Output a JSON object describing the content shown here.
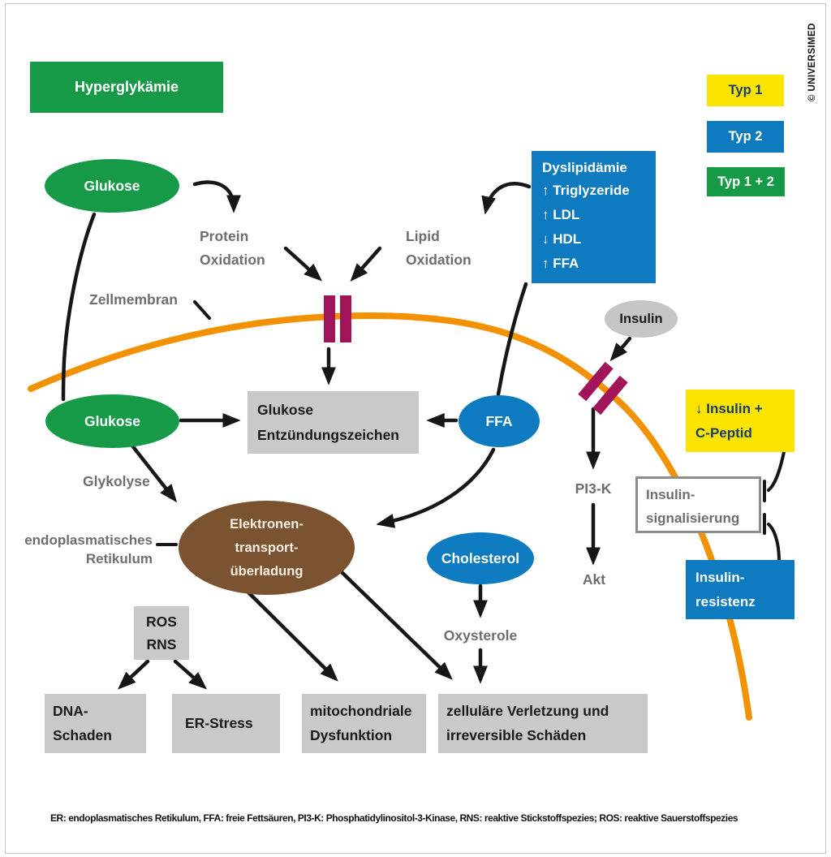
{
  "colors": {
    "green": "#169a47",
    "blue": "#0e7abf",
    "yellow": "#fbe400",
    "navy": "#1b3d6e",
    "brown": "#7b5330",
    "maroon": "#a21459",
    "orange": "#f39200",
    "gray-box": "#c9c9c9",
    "gray-text": "#6e6e6e",
    "insulin-gray": "#c6c6c6",
    "arrow-black": "#161616"
  },
  "credit": "© UNIVERSIMED",
  "legend": {
    "typ1": "Typ 1",
    "typ2": "Typ 2",
    "typ12": "Typ 1 + 2"
  },
  "nodes": {
    "hyperglykaemie": "Hyperglykämie",
    "glukose_top": "Glukose",
    "protein_oxidation": "Protein\nOxidation",
    "lipid_oxidation": "Lipid\nOxidation",
    "dyslipidaemie_title": "Dyslipidämie",
    "dyslipidaemie_lines": "↑ Triglyzeride\n↑ LDL\n↓ HDL\n↑ FFA",
    "zellmembran": "Zellmembran",
    "insulin": "Insulin",
    "glukose_inner": "Glukose",
    "glukose_entzuendung": "Glukose\nEntzündungszeichen",
    "ffa": "FFA",
    "glykolyse": "Glykolyse",
    "er_retikulum": "endoplasmatisches\nRetikulum",
    "elektronen": "Elektronen-\ntransport-\nüberladung",
    "pi3k": "PI3-K",
    "akt": "Akt",
    "insulin_cpeptid": "↓ Insulin +\nC-Peptid",
    "insulin_signalisierung": "Insulin-\nsignalisierung",
    "insulin_resistenz": "Insulin-\nresistenz",
    "cholesterol": "Cholesterol",
    "oxysterole": "Oxysterole",
    "ros_rns": "ROS\nRNS",
    "dna_schaden": "DNA-\nSchaden",
    "er_stress": "ER-Stress",
    "mitochondriale": "mitochondriale\nDysfunktion",
    "zellulaere": "zelluläre Verletzung und\nirreversible Schäden"
  },
  "footer": "ER: endoplasmatisches Retikulum, FFA: freie Fettsäuren, PI3-K: Phosphatidylinositol-3-Kinase, RNS: reaktive Stickstoffspezies; ROS: reaktive Sauerstoffspezies"
}
